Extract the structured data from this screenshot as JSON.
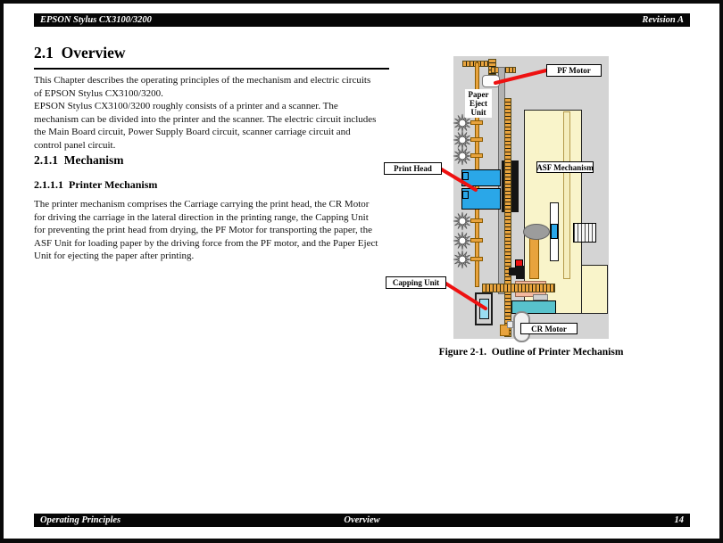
{
  "header": {
    "product": "EPSON Stylus CX3100/3200",
    "revision": "Revision A"
  },
  "overview": {
    "title": "2.1  Overview",
    "intro": "This Chapter describes the operating principles of the mechanism and electric circuits\nof EPSON Stylus CX3100/3200.\nEPSON Stylus CX3100/3200 roughly consists of a printer and a scanner. The\nmechanism can be divided into the printer and the scanner. The electric circuit includes\nthe Main Board circuit, Power Supply Board circuit, scanner carriage circuit and\ncontrol panel circuit."
  },
  "mechanism": {
    "title": "2.1.1  Mechanism"
  },
  "printer_mechanism": {
    "title": "2.1.1.1  Printer Mechanism",
    "body": "The printer mechanism comprises the Carriage carrying the print head, the CR Motor\nfor driving the carriage in the lateral direction in the printing range, the Capping Unit\nfor preventing the print head from drying, the PF Motor for transporting the paper, the\nASF Unit for loading paper by the driving force from the PF motor, and the Paper Eject\nUnit for ejecting the paper after printing."
  },
  "figure": {
    "caption": "Figure 2-1.  Outline of Printer Mechanism",
    "labels": {
      "pf_motor": "PF Motor",
      "paper_eject_unit": "Paper\nEject\nUnit",
      "print_head": "Print Head",
      "asf_mechanism": "ASF Mechanism",
      "capping_unit": "Capping Unit",
      "cr_motor": "CR Motor"
    },
    "colors": {
      "panel-gray": "#d4d4d4",
      "callout-red": "#ee1111",
      "print-head-blue": "#2aa7e8",
      "mechanism-orange": "#e8a33d",
      "asf-cream": "#f9f4ca",
      "teal": "#58c2cc",
      "capping-cyan": "#9adef2",
      "salmon-pink": "#f4b89e"
    }
  },
  "footer": {
    "left": "Operating Principles",
    "center": "Overview",
    "page_number": "14"
  }
}
